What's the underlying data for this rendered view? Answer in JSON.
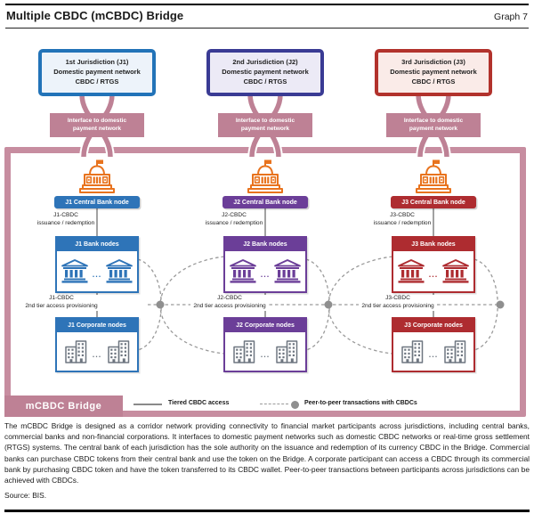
{
  "header": {
    "title": "Multiple CBDC (mCBDC) Bridge",
    "graph_label": "Graph 7"
  },
  "columns": [
    {
      "box_line1": "1st Jurisdiction (J1)",
      "box_line2": "Domestic payment network",
      "box_line3": "CBDC / RTGS",
      "interface_line1": "Interface to domestic",
      "interface_line2": "payment network",
      "central_bank_label": "J1 Central Bank node",
      "issuance_line1": "J1-CBDC",
      "issuance_line2": "issuance / redemption",
      "bank_nodes_label": "J1 Bank nodes",
      "tier_line1": "J1-CBDC",
      "tier_line2": "2nd tier access provisioning",
      "corporate_nodes_label": "J1 Corporate nodes",
      "ellipsis": "...",
      "colors": {
        "main": "#2E74B8",
        "jurisdiction_border": "#2273B8",
        "jurisdiction_fill": "#EDF3FA"
      }
    },
    {
      "box_line1": "2nd Jurisdiction (J2)",
      "box_line2": "Domestic payment network",
      "box_line3": "CBDC / RTGS",
      "interface_line1": "Interface to domestic",
      "interface_line2": "payment network",
      "central_bank_label": "J2 Central Bank node",
      "issuance_line1": "J2-CBDC",
      "issuance_line2": "issuance / redemption",
      "bank_nodes_label": "J2 Bank nodes",
      "tier_line1": "J2-CBDC",
      "tier_line2": "2nd tier access provisioning",
      "corporate_nodes_label": "J2 Corporate nodes",
      "ellipsis": "...",
      "colors": {
        "main": "#6B3E98",
        "jurisdiction_border": "#3A3B94",
        "jurisdiction_fill": "#ECEAF6"
      }
    },
    {
      "box_line1": "3rd Jurisdiction (J3)",
      "box_line2": "Domestic payment network",
      "box_line3": "CBDC / RTGS",
      "interface_line1": "Interface to domestic",
      "interface_line2": "payment network",
      "central_bank_label": "J3 Central Bank node",
      "issuance_line1": "J3-CBDC",
      "issuance_line2": "issuance / redemption",
      "bank_nodes_label": "J3 Bank nodes",
      "tier_line1": "J3-CBDC",
      "tier_line2": "2nd tier access provisioning",
      "corporate_nodes_label": "J3 Corporate nodes",
      "ellipsis": "...",
      "colors": {
        "main": "#AE2C30",
        "jurisdiction_border": "#B2322C",
        "jurisdiction_fill": "#FAEBE8"
      }
    }
  ],
  "bridge": {
    "label": "mCBDC Bridge",
    "border_color": "#C78DA0",
    "accent_pink": "#BE8195"
  },
  "legend": {
    "tiered": {
      "label": "Tiered CBDC access"
    },
    "p2p": {
      "label": "Peer-to-peer transactions with CBDCs"
    }
  },
  "icon_colors": {
    "central_bank": "#E8731E",
    "corporate": "#6E7680",
    "lines_gray": "#8A8A8A"
  },
  "footnote": {
    "text": "The mCBDC Bridge is designed as a corridor network providing connectivity to financial market participants across jurisdictions, including central banks, commercial banks and non-financial corporations. It interfaces to domestic payment networks such as domestic CBDC networks or real-time gross settlement (RTGS) systems. The central bank of each jurisdiction has the sole authority on the issuance and redemption of its currency CBDC in the Bridge. Commercial banks can purchase CBDC tokens from their central bank and use the token on the Bridge. A corporate participant can access a CBDC through its commercial bank by purchasing CBDC token and have the token transferred to its CBDC wallet. Peer-to-peer transactions between participants across jurisdictions can be achieved with CBDCs."
  },
  "source": {
    "text": "Source: BIS."
  }
}
